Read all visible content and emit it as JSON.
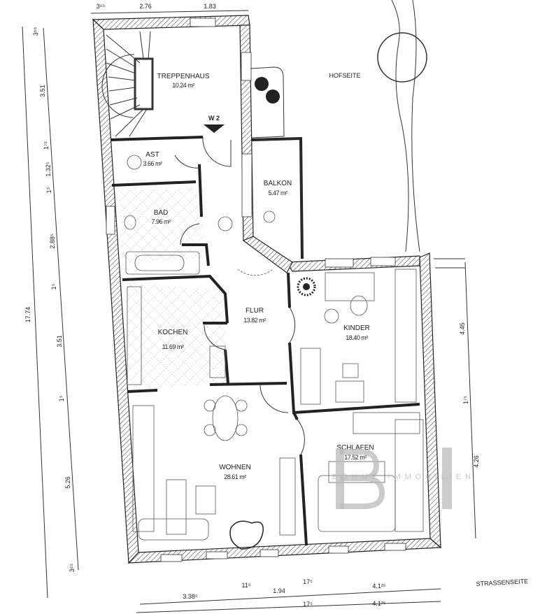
{
  "plan": {
    "side_labels": {
      "courtyard": "HOFSEITE",
      "street": "STRASSENSEITE"
    },
    "stair_marker": "W 2",
    "rooms": [
      {
        "name": "TREPPENHAUS",
        "area": "10.24 m²"
      },
      {
        "name": "AST",
        "area": "3.66 m²"
      },
      {
        "name": "BALKON",
        "area": "5.47 m²"
      },
      {
        "name": "BAD",
        "area": "7.96 m²"
      },
      {
        "name": "FLUR",
        "area": "13.82 m²"
      },
      {
        "name": "KOCHEN",
        "area": "11.69 m²"
      },
      {
        "name": "KINDER",
        "area": "18.40 m²"
      },
      {
        "name": "SCHLAFEN",
        "area": "17.52 m²"
      },
      {
        "name": "WOHNEN",
        "area": "28.61 m²"
      }
    ],
    "dimensions": {
      "top": [
        "3⁶⁵",
        "2.76",
        "1.83"
      ],
      "left_total": "17.74",
      "left": [
        "3⁶⁵",
        "3.51",
        "1⁷⁵",
        "1.32⁵",
        "1⁵",
        "2.88⁵",
        "1⁵",
        "3.51",
        "1⁵",
        "5.26",
        "3⁶⁵"
      ],
      "right": [
        "4.45",
        "1⁷⁵",
        "4.26"
      ],
      "bottom_row1": [
        "3.38⁵",
        "11⁵",
        "1.94",
        "17⁵",
        "4.1²⁵"
      ],
      "bottom_row2": [
        "17⁵",
        "4.1²⁵"
      ]
    },
    "watermark": {
      "monogram": "BI",
      "text": "BÖHME IMMOBILIEN"
    }
  }
}
